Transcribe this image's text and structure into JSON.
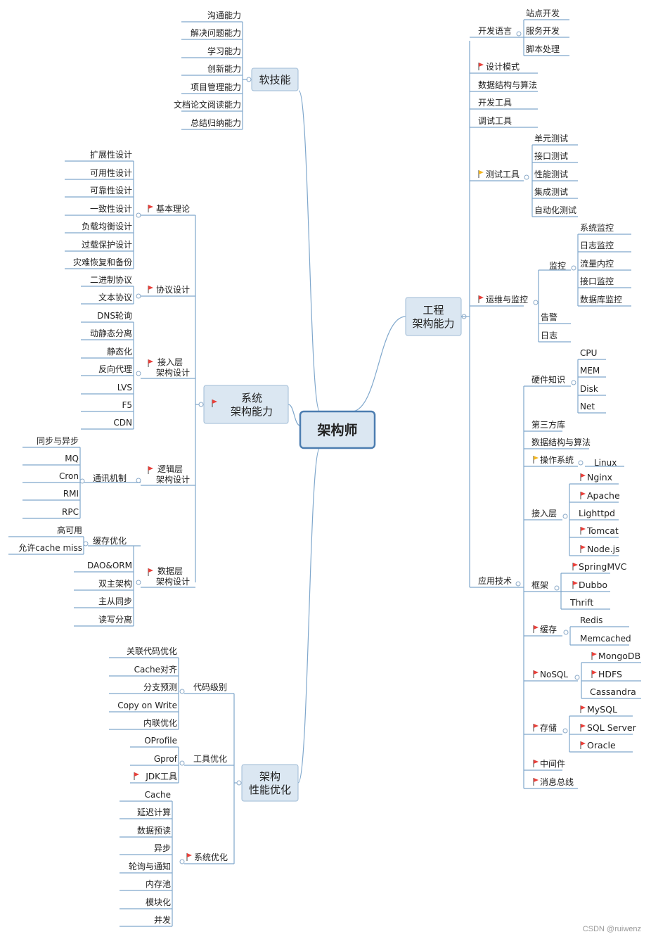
{
  "watermark": "CSDN @ruiwenz",
  "colors": {
    "line": "#7fa7cc",
    "underline": "#5f90c2",
    "box_fill": "#dbe7f2",
    "box_border": "#9fbbd6",
    "center_border": "#4c7db0",
    "flag_red": "#e8403a",
    "flag_yellow": "#f3b61f"
  },
  "center": {
    "label": "架构师"
  },
  "branches": {
    "soft": {
      "label": [
        "软技能"
      ],
      "items": [
        "沟通能力",
        "解决问题能力",
        "学习能力",
        "创新能力",
        "项目管理能力",
        "文档论文阅读能力",
        "总结归纳能力"
      ]
    },
    "system": {
      "label": [
        "系统",
        "架构能力"
      ],
      "groups": [
        {
          "label": [
            "基本理论"
          ],
          "items": [
            "扩展性设计",
            "可用性设计",
            "可靠性设计",
            "一致性设计",
            "负载均衡设计",
            "过载保护设计",
            "灾难恢复和备份"
          ]
        },
        {
          "label": [
            "协议设计"
          ],
          "items": [
            "二进制协议",
            "文本协议"
          ]
        },
        {
          "label": [
            "接入层",
            "架构设计"
          ],
          "items": [
            "DNS轮询",
            "动静态分离",
            "静态化",
            "反向代理",
            "LVS",
            "F5",
            "CDN"
          ]
        },
        {
          "label": [
            "逻辑层",
            "架构设计"
          ],
          "sub": {
            "label": "通讯机制",
            "items": [
              "同步与异步",
              "MQ",
              "Cron",
              "RMI",
              "RPC"
            ]
          }
        },
        {
          "label": [
            "数据层",
            "架构设计"
          ],
          "sub": {
            "label": "缓存优化",
            "items": [
              "高可用",
              "允许cache miss"
            ]
          },
          "items": [
            "DAO&ORM",
            "双主架构",
            "主从同步",
            "读写分离"
          ]
        }
      ]
    },
    "perf": {
      "label": [
        "架构",
        "性能优化"
      ],
      "groups": [
        {
          "label": "代码级别",
          "items": [
            "关联代码优化",
            "Cache对齐",
            "分支预测",
            "Copy on Write",
            "内联优化"
          ]
        },
        {
          "label": "工具优化",
          "items": [
            "OProfile",
            "Gprof",
            "JDK工具"
          ]
        },
        {
          "label": "系统优化",
          "items": [
            "Cache",
            "延迟计算",
            "数据预读",
            "异步",
            "轮询与通知",
            "内存池",
            "模块化",
            "并发"
          ]
        }
      ]
    },
    "eng": {
      "label": [
        "工程",
        "架构能力"
      ],
      "groups": [
        {
          "label": "开发语言",
          "items": [
            "站点开发",
            "服务开发",
            "脚本处理"
          ]
        },
        {
          "label": "设计模式"
        },
        {
          "label": "数据结构与算法"
        },
        {
          "label": "开发工具"
        },
        {
          "label": "调试工具"
        },
        {
          "label": "测试工具",
          "items": [
            "单元测试",
            "接口测试",
            "性能测试",
            "集成测试",
            "自动化测试"
          ]
        },
        {
          "label": "运维与监控",
          "sub": {
            "label": "监控",
            "items": [
              "系统监控",
              "日志监控",
              "流量内控",
              "接口监控",
              "数据库监控"
            ]
          },
          "items": [
            "告警",
            "日志"
          ]
        },
        {
          "label": "应用技术",
          "children": [
            {
              "label": "硬件知识",
              "items": [
                "CPU",
                "MEM",
                "Disk",
                "Net"
              ]
            },
            {
              "label": "第三方库"
            },
            {
              "label": "数据结构与算法"
            },
            {
              "label": "操作系统",
              "items": [
                "Linux"
              ]
            },
            {
              "label": "接入层",
              "items": [
                "Nginx",
                "Apache",
                "Lighttpd",
                "Tomcat",
                "Node.js"
              ]
            },
            {
              "label": "框架",
              "items": [
                "SpringMVC",
                "Dubbo",
                "Thrift"
              ]
            },
            {
              "label": "缓存",
              "items": [
                "Redis",
                "Memcached"
              ]
            },
            {
              "label": "NoSQL",
              "items": [
                "MongoDB",
                "HDFS",
                "Cassandra"
              ]
            },
            {
              "label": "存储",
              "items": [
                "MySQL",
                "SQL Server",
                "Oracle"
              ]
            },
            {
              "label": "中间件"
            },
            {
              "label": "消息总线"
            }
          ]
        }
      ]
    }
  }
}
